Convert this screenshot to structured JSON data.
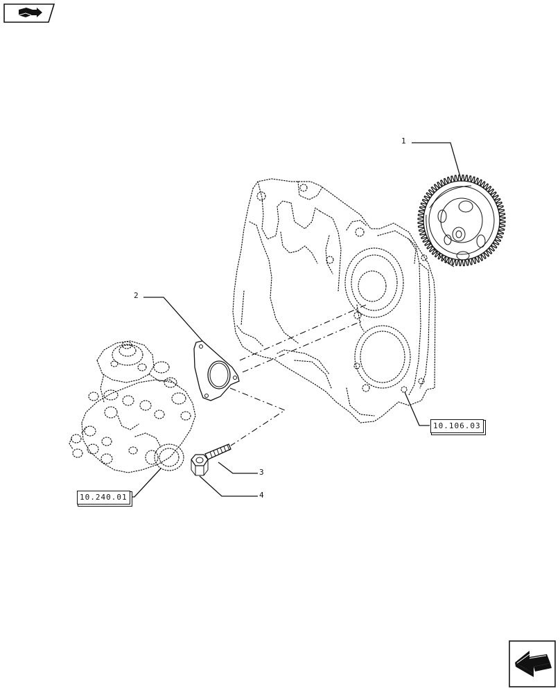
{
  "callouts": [
    {
      "id": "1"
    },
    {
      "id": "2"
    },
    {
      "id": "3"
    },
    {
      "id": "4"
    }
  ],
  "references": [
    {
      "code": "10.106.03"
    },
    {
      "code": "10.240.01"
    }
  ],
  "icons": {
    "top_left": "book-arrow-icon",
    "bottom_right": "next-page-arrow-icon"
  }
}
